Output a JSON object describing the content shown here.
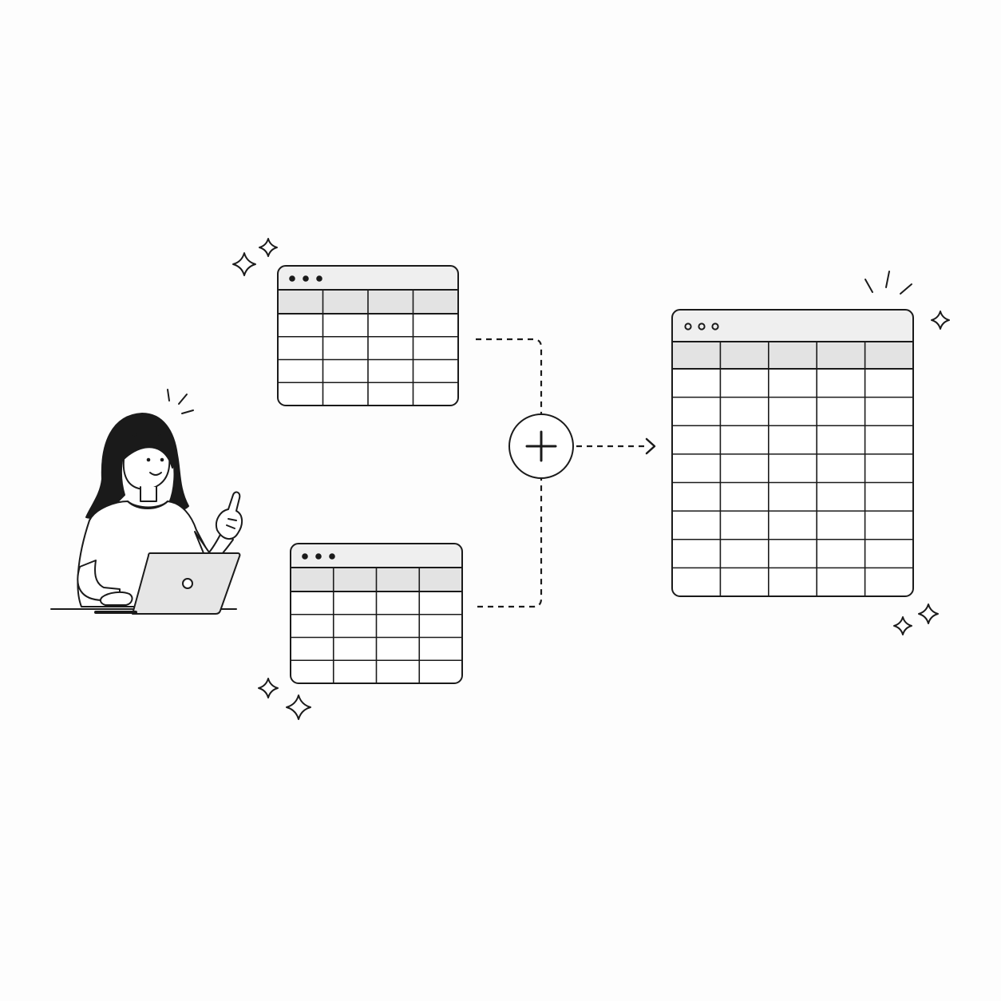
{
  "colors": {
    "background": "#fdfdfd",
    "ink": "#1a1a1a",
    "window_bar": "#efefef",
    "header_fill": "#e3e3e3",
    "skin": "#ffffff",
    "laptop": "#e6e6e6"
  },
  "illustration": {
    "person": {
      "icon": "woman-with-laptop-illustration",
      "pose": "pointing"
    },
    "source_tables": [
      {
        "icon": "spreadsheet-window-icon",
        "window_dots": 3,
        "columns": 4,
        "rows": 4,
        "header_shaded": true,
        "dot_style": "filled"
      },
      {
        "icon": "spreadsheet-window-icon",
        "window_dots": 3,
        "columns": 4,
        "rows": 4,
        "header_shaded": true,
        "dot_style": "filled"
      }
    ],
    "combine_symbol": {
      "icon": "plus-circle-icon"
    },
    "result_table": {
      "icon": "spreadsheet-window-icon",
      "window_dots": 3,
      "columns": 5,
      "rows": 8,
      "header_shaded": true,
      "dot_style": "hollow"
    },
    "connectors": {
      "style": "dashed",
      "arrow_icon": "arrow-right-icon"
    },
    "decorations": [
      "sparkle-icon",
      "sparkle-icon",
      "sparkle-icon",
      "sparkle-icon",
      "sparkle-icon",
      "sparkle-icon",
      "sparkle-icon",
      "burst-lines-icon",
      "burst-lines-icon"
    ]
  }
}
